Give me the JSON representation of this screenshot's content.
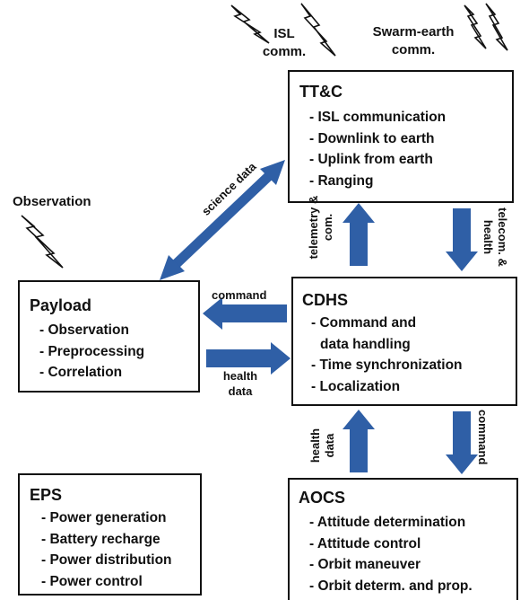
{
  "external": {
    "isl_comm": "ISL comm.",
    "swarm_earth_comm": "Swarm-earth comm.",
    "observation": "Observation"
  },
  "ttc": {
    "title": "TT&C",
    "items": [
      "- ISL communication",
      "- Downlink to earth",
      "- Uplink from earth",
      "- Ranging"
    ]
  },
  "payload": {
    "title": "Payload",
    "items": [
      "- Observation",
      "- Preprocessing",
      "- Correlation"
    ]
  },
  "cdhs": {
    "title": "CDHS",
    "items": [
      "- Command and",
      "data handling",
      "- Time synchronization",
      "- Localization"
    ]
  },
  "eps": {
    "title": "EPS",
    "items": [
      "- Power generation",
      "- Battery recharge",
      "- Power distribution",
      "- Power control"
    ]
  },
  "aocs": {
    "title": "AOCS",
    "items": [
      "- Attitude determination",
      "- Attitude control",
      "- Orbit maneuver",
      "- Orbit determ. and prop."
    ]
  },
  "flows": {
    "science_data": "science data",
    "telemetry_com": "telemetry & com.",
    "telecom_health": "telecom. & health",
    "command_to_payload": "command",
    "health_data_from_payload": "health data",
    "health_data_from_aocs": "health data",
    "command_to_aocs": "command"
  },
  "colors": {
    "arrow": "#2f5fa6",
    "border": "#111111"
  }
}
